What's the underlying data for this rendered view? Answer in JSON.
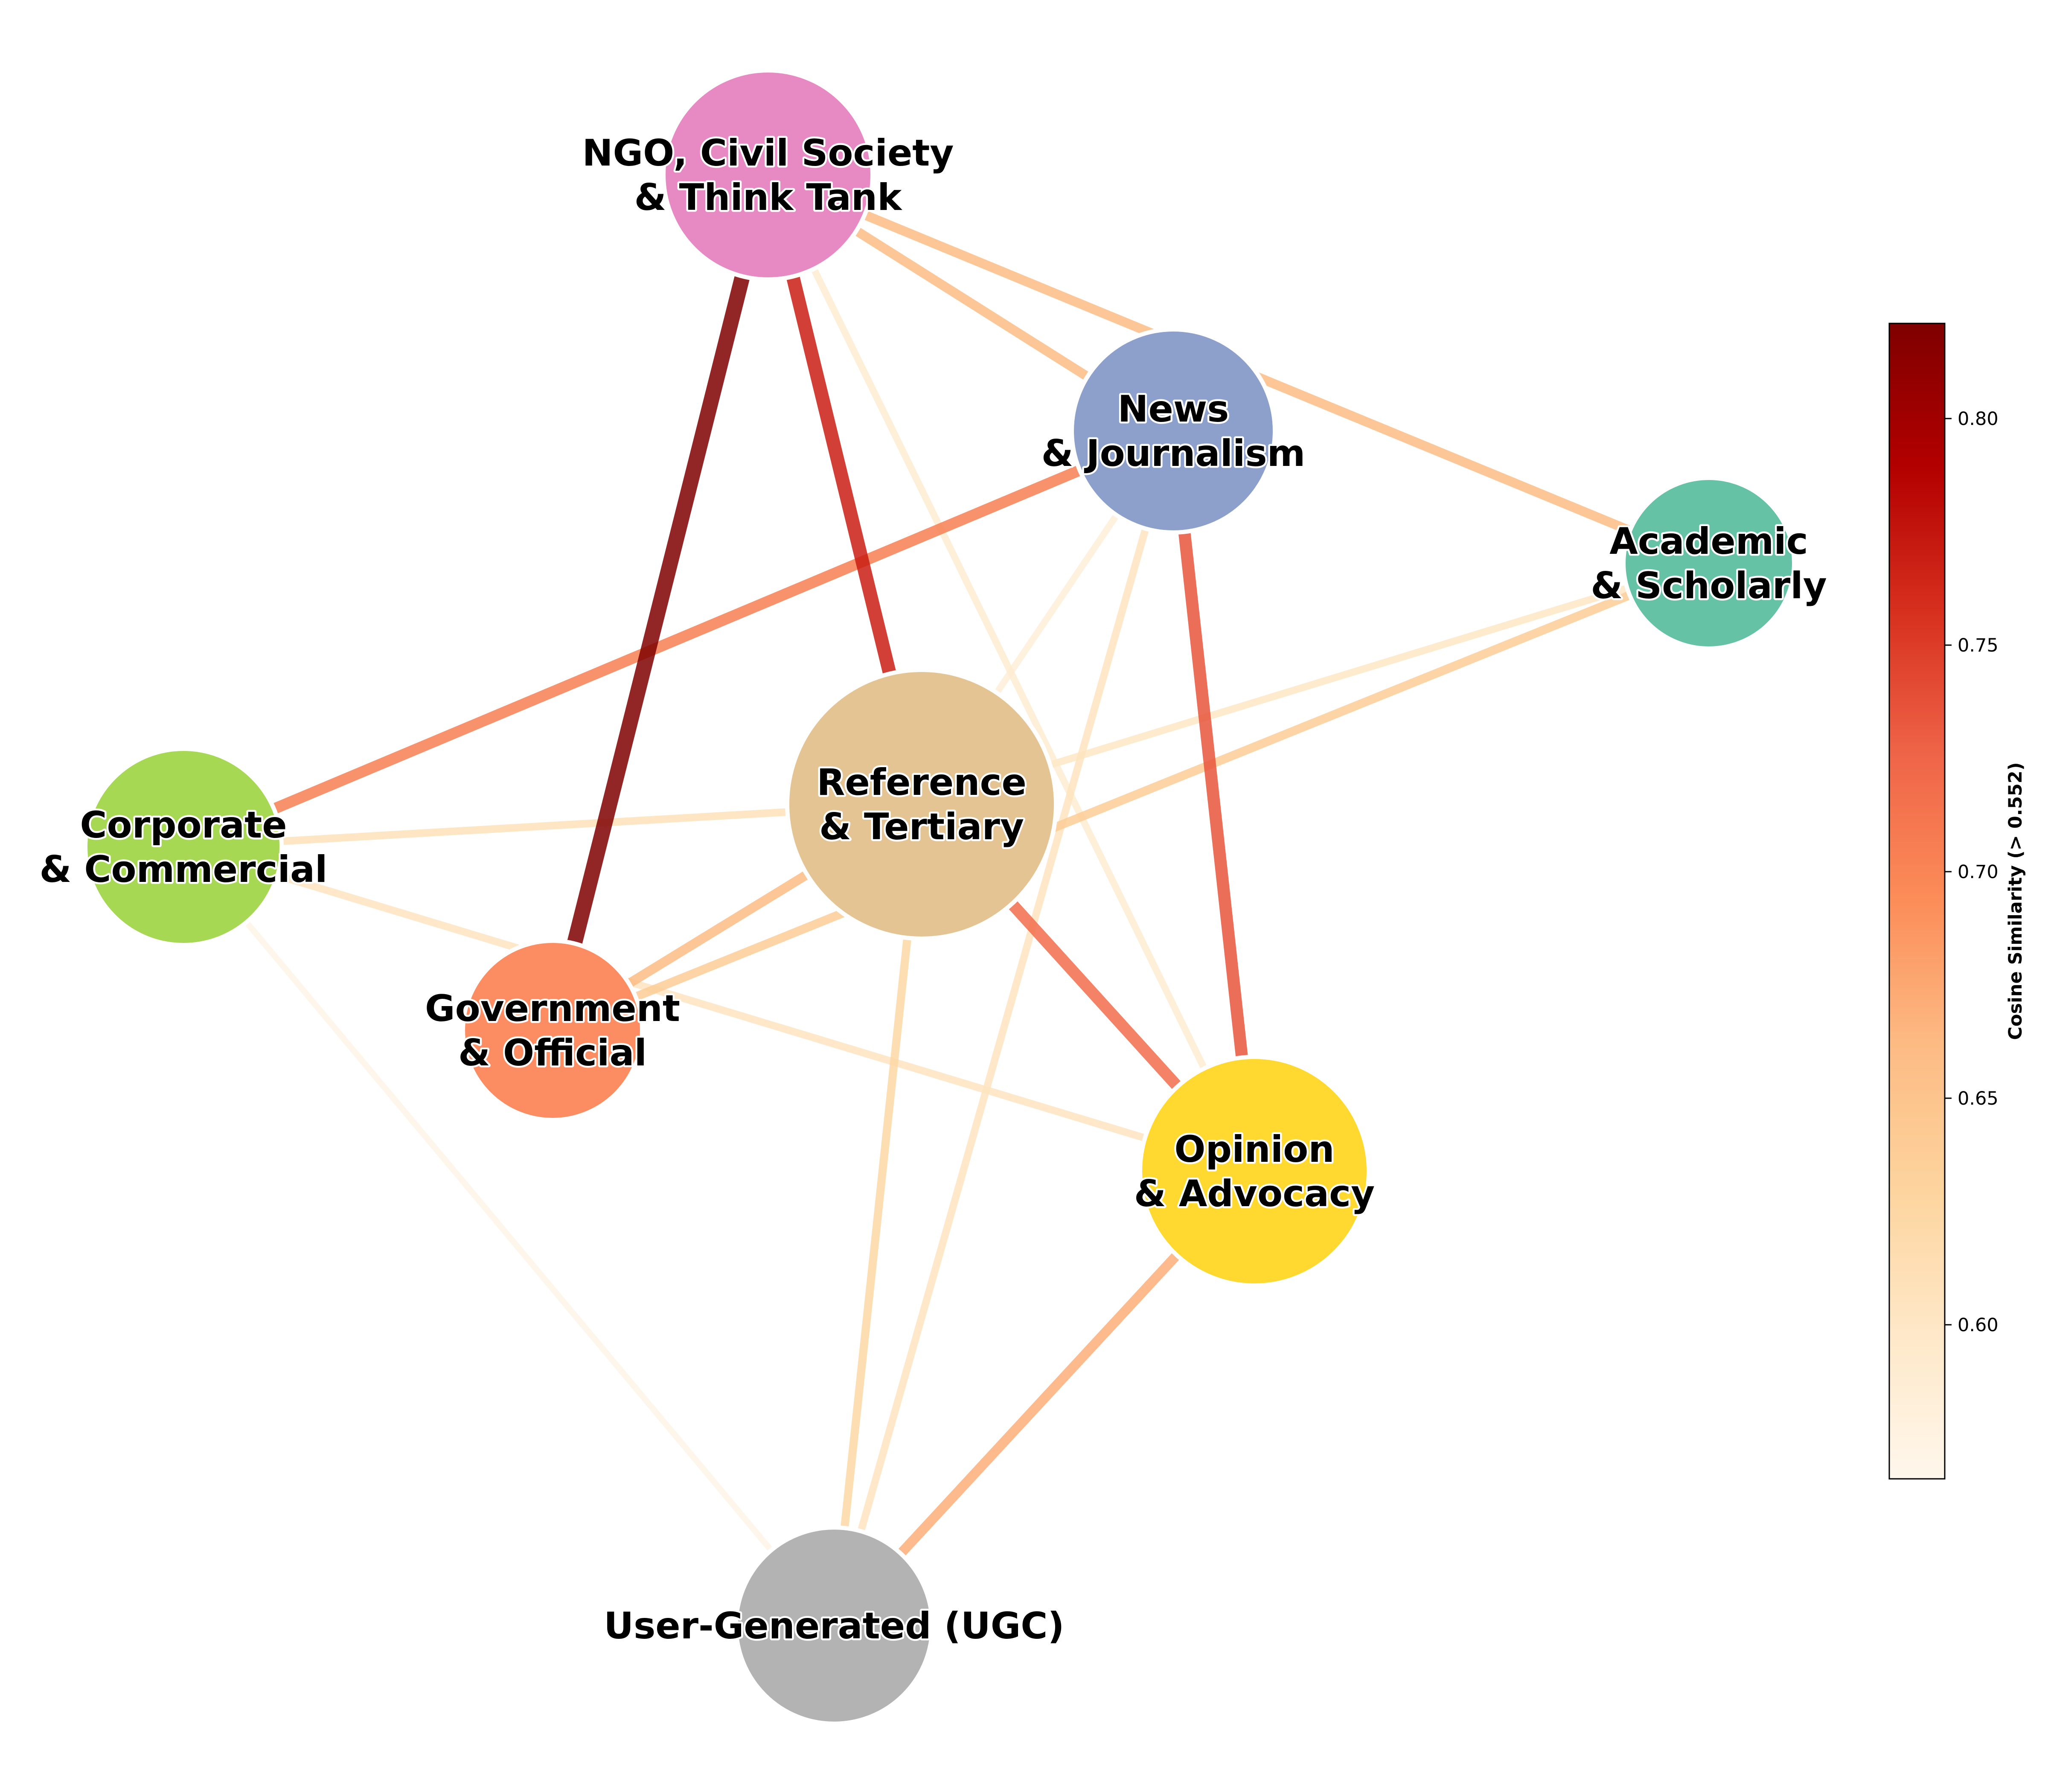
{
  "nodes": [
    {
      "id": "ngo",
      "lines": [
        "NGO, Civil Society",
        "& Think Tank"
      ],
      "color": "#e78ac3"
    },
    {
      "id": "news",
      "lines": [
        "News",
        "& Journalism"
      ],
      "color": "#8da0cb"
    },
    {
      "id": "academic",
      "lines": [
        "Academic",
        "& Scholarly"
      ],
      "color": "#66c2a5"
    },
    {
      "id": "reference",
      "lines": [
        "Reference",
        "& Tertiary"
      ],
      "color": "#e5c494"
    },
    {
      "id": "corporate",
      "lines": [
        "Corporate",
        "& Commercial"
      ],
      "color": "#a6d854"
    },
    {
      "id": "government",
      "lines": [
        "Government",
        "& Official"
      ],
      "color": "#fc8d62"
    },
    {
      "id": "opinion",
      "lines": [
        "Opinion",
        "& Advocacy"
      ],
      "color": "#ffd92f"
    },
    {
      "id": "ugc",
      "lines": [
        "User-Generated  (UGC)"
      ],
      "color": "#b3b3b3"
    }
  ],
  "edges": [
    {
      "source": "ngo",
      "target": "government",
      "similarity": 0.821
    },
    {
      "source": "ngo",
      "target": "reference",
      "similarity": 0.77
    },
    {
      "source": "ngo",
      "target": "news",
      "similarity": 0.66
    },
    {
      "source": "ngo",
      "target": "academic",
      "similarity": 0.66
    },
    {
      "source": "ngo",
      "target": "opinion",
      "similarity": 0.59
    },
    {
      "source": "news",
      "target": "opinion",
      "similarity": 0.735
    },
    {
      "source": "news",
      "target": "corporate",
      "similarity": 0.705
    },
    {
      "source": "news",
      "target": "reference",
      "similarity": 0.585
    },
    {
      "source": "news",
      "target": "ugc",
      "similarity": 0.605
    },
    {
      "source": "academic",
      "target": "reference",
      "similarity": 0.6
    },
    {
      "source": "academic",
      "target": "government",
      "similarity": 0.64
    },
    {
      "source": "reference",
      "target": "opinion",
      "similarity": 0.72
    },
    {
      "source": "reference",
      "target": "government",
      "similarity": 0.66
    },
    {
      "source": "reference",
      "target": "corporate",
      "similarity": 0.61
    },
    {
      "source": "reference",
      "target": "ugc",
      "similarity": 0.625
    },
    {
      "source": "corporate",
      "target": "opinion",
      "similarity": 0.605
    },
    {
      "source": "corporate",
      "target": "ugc",
      "similarity": 0.57
    },
    {
      "source": "opinion",
      "target": "ugc",
      "similarity": 0.67
    }
  ],
  "colorbar": {
    "title": "Cosine Similarity (> 0.552)",
    "min": 0.566,
    "max": 0.821,
    "ticks": [
      "0.60",
      "0.65",
      "0.70",
      "0.75",
      "0.80"
    ],
    "colormap": "OrRd"
  }
}
